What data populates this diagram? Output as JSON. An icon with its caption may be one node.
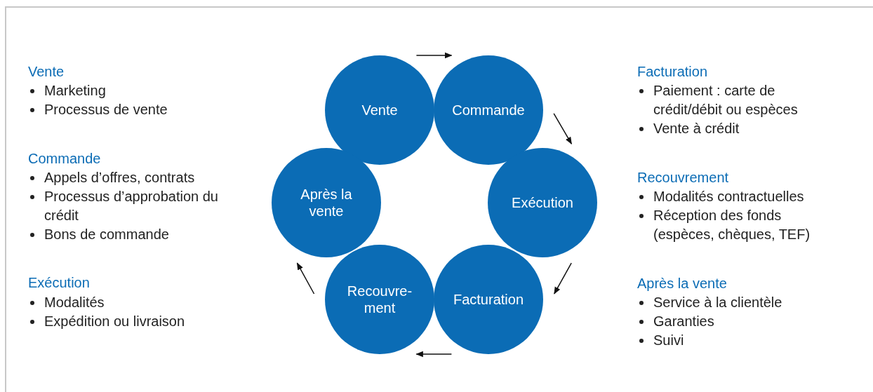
{
  "diagram": {
    "nodes": [
      {
        "text": [
          "Vente"
        ]
      },
      {
        "text": [
          "Commande"
        ]
      },
      {
        "text": [
          "Exécution"
        ]
      },
      {
        "text": [
          "Facturation"
        ]
      },
      {
        "text": [
          "Recouvre-ment"
        ]
      },
      {
        "text": [
          "Après la vente"
        ]
      }
    ],
    "edges": [
      {
        "from": 0,
        "to": 1,
        "arrow": "to"
      },
      {
        "from": 1,
        "to": 2,
        "arrow": "to"
      },
      {
        "from": 2,
        "to": 3,
        "arrow": "to"
      },
      {
        "from": 3,
        "to": 4,
        "arrow": "to"
      },
      {
        "from": 4,
        "to": 5,
        "arrow": "to"
      }
    ],
    "labels": [
      "Vente",
      "Marketing",
      "Processus de vente",
      "Facturation",
      "Paiement : carte de crédit/débit ou espèces",
      "Vente à crédit",
      "Commande",
      "Appels d’offres, contrats",
      "Processus d’approbation du crédit",
      "Bons de commande",
      "Recouvrement",
      "Modalités contractuelles",
      "Réception des fonds (espèces, chèques, TEF)",
      "Exécution",
      "Modalités",
      "Expédition ou livraison",
      "Après la vente",
      "Service à la clientèle",
      "Garanties",
      "Suivi"
    ]
  }
}
